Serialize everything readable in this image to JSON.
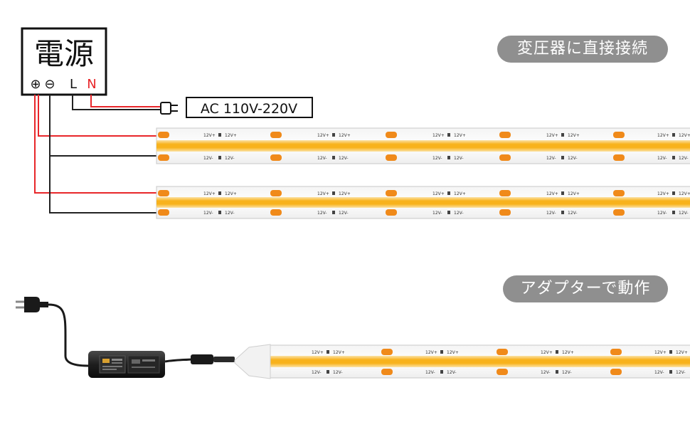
{
  "power_box": {
    "title": "電源",
    "terminals": [
      "⊕",
      "⊖",
      "L",
      "N"
    ]
  },
  "ac_label": "AC 110V-220V",
  "section_labels": {
    "transformer": "変圧器に直接接続",
    "adapter": "アダプターで動作"
  },
  "strip_marks": {
    "positive": "12V+",
    "negative": "12V-"
  },
  "colors": {
    "wire_red": "#e8262a",
    "wire_black": "#222222",
    "led_core": "#f8b21c",
    "led_glow": "#fbe2a6",
    "pad": "#f08a1a",
    "pill_bg": "#8f8f8f"
  },
  "icons": [
    "plug-icon",
    "eu-plug-icon",
    "power-adapter-icon"
  ]
}
